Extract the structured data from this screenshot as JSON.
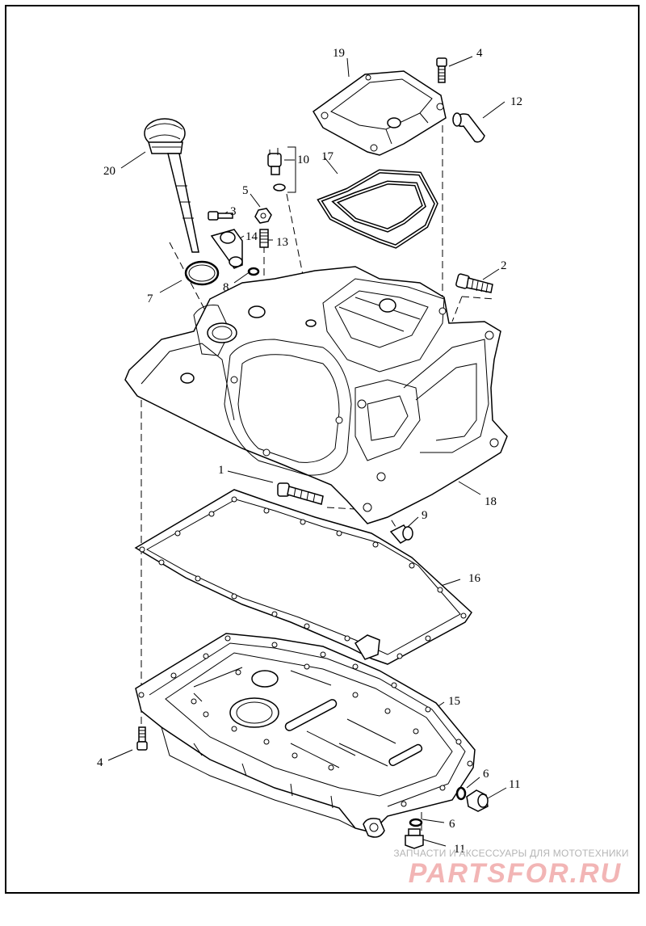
{
  "diagram": {
    "callouts": [
      "1",
      "2",
      "3",
      "4",
      "4",
      "5",
      "6",
      "6",
      "7",
      "8",
      "9",
      "10",
      "11",
      "11",
      "12",
      "13",
      "14",
      "15",
      "16",
      "17",
      "18",
      "19",
      "20"
    ]
  },
  "watermark": {
    "top_text": "ЗАПЧАСТИ И АКСЕССУАРЫ ДЛЯ МОТОТЕХНИКИ",
    "logo_text": "PARTSFOR.RU",
    "logo_color": "#f2b5b5",
    "top_text_color": "#b5b5b5"
  }
}
